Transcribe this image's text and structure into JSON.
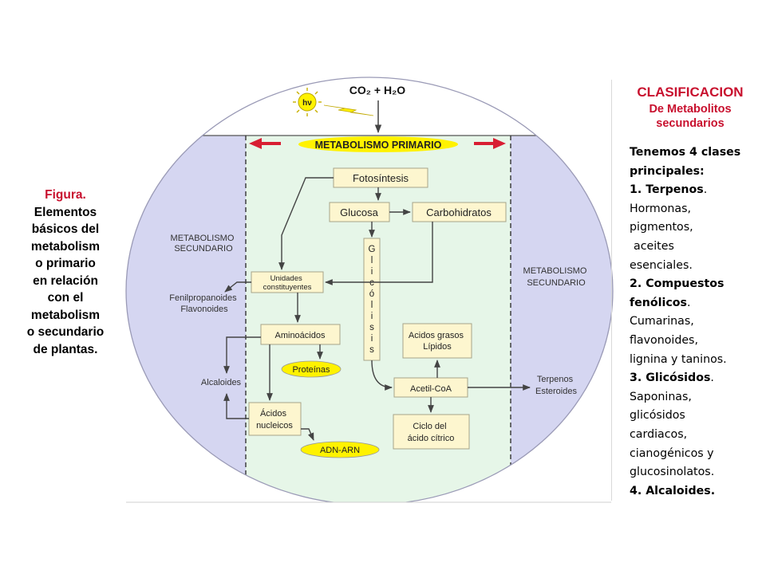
{
  "caption": {
    "label": "Figura.",
    "text_lines": [
      "Elementos",
      "básicos del",
      "metabolism",
      "o primario",
      "en relación",
      "con el",
      "metabolism",
      "o secundario",
      "de plantas."
    ]
  },
  "diagram": {
    "top_formula": "CO₂ + H₂O",
    "sun_label": "hν",
    "primary_title": "METABOLISMO PRIMARIO",
    "secondary_left": [
      "METABOLISMO",
      "SECUNDARIO"
    ],
    "secondary_right": [
      "METABOLISMO",
      "SECUNDARIO"
    ],
    "glycolysis_letters": [
      "G",
      "l",
      "i",
      "c",
      "ó",
      "l",
      "i",
      "s",
      "i",
      "s"
    ],
    "boxes": {
      "fotosintesis": "Fotosíntesis",
      "glucosa": "Glucosa",
      "carbohidratos": "Carbohidratos",
      "unidades": [
        "Unidades",
        "constituyentes"
      ],
      "aminoacidos": "Aminoácidos",
      "acidos_grasos": [
        "Acidos grasos",
        "Lípidos"
      ],
      "acetil": "Acetil-CoA",
      "ciclo": [
        "Ciclo del",
        "ácido cítrico"
      ],
      "acidos_nucleicos": [
        "Ácidos",
        "nucleicos"
      ]
    },
    "ovals": {
      "proteinas": "Proteínas",
      "adn": "ADN-ARN"
    },
    "outputs": {
      "fenil": [
        "Fenilpropanoides",
        "Flavonoides"
      ],
      "alcaloides": "Alcaloides",
      "terpenos": [
        "Terpenos",
        "Esteroides"
      ]
    },
    "colors": {
      "lavender": "#d5d6f1",
      "mint": "#e6f6e8",
      "box_fill": "#fdf6cf",
      "box_stroke": "#a6a48a",
      "oval_fill": "#fff200",
      "red_arrow": "#d81e33"
    }
  },
  "classification": {
    "title": "CLASIFICACION",
    "subtitle_lines": [
      "De Metabolitos",
      "secundarios"
    ],
    "intro": [
      "Tenemos 4 clases",
      "principales:"
    ],
    "item1_title": "1. Terpenos",
    "item1_desc": [
      "Hormonas,",
      "pigmentos,",
      "aceites",
      "esenciales."
    ],
    "item2_title": [
      "2. Compuestos",
      "fenólicos"
    ],
    "item2_desc": [
      "Cumarinas,",
      "flavonoides,",
      "lignina y taninos."
    ],
    "item3_title": "3. Glicósidos",
    "item3_desc": [
      "Saponinas,",
      "glicósidos",
      "cardiacos,",
      "cianogénicos y",
      "glucosinolatos."
    ],
    "item4_title": "4. Alcaloides."
  }
}
